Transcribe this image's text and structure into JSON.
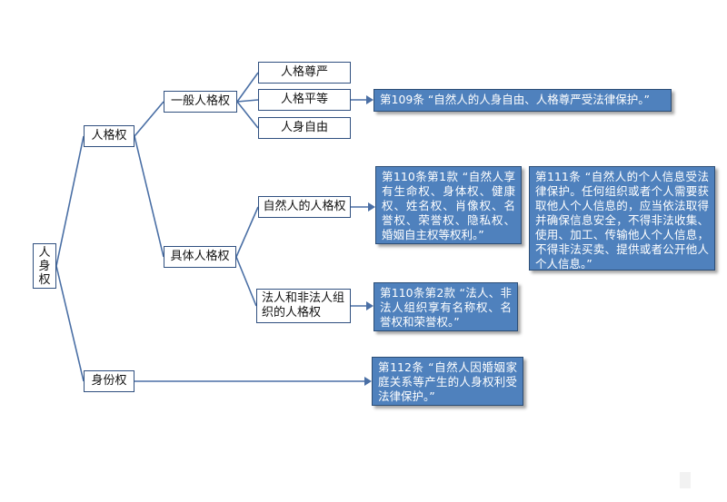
{
  "nodes": {
    "root": "人身权",
    "personality": "人格权",
    "general": "一般人格权",
    "dignity": "人格尊严",
    "equality": "人格平等",
    "freedom": "人身自由",
    "specific": "具体人格权",
    "natural_person": "自然人的人格权",
    "legal_person": "法人和非法人组织的人格权",
    "identity": "身份权"
  },
  "laws": {
    "art109": "第109条 “自然人的人身自由、人格尊严受法律保护。”",
    "art110_1": "第110条第1款 “自然人享有生命权、身体权、健康权、姓名权、肖像权、名誉权、荣誉权、隐私权、婚姻自主权等权利。”",
    "art111": "第111条 “自然人的个人信息受法律保护。任何组织或者个人需要获取他人个人信息的，应当依法取得并确保信息安全，不得非法收集、使用、加工、传输他人个人信息，不得非法买卖、提供或者公开他人个人信息。”",
    "art110_2": "第110条第2款 “法人、非法人组织享有名称权、名誉权和荣誉权。”",
    "art112": "第112条 “自然人因婚姻家庭关系等产生的人身权利受法律保护。”"
  },
  "colors": {
    "line": "#4a6fa5",
    "node_border": "#2f4f7f",
    "law_fill": "#4f81bd"
  }
}
